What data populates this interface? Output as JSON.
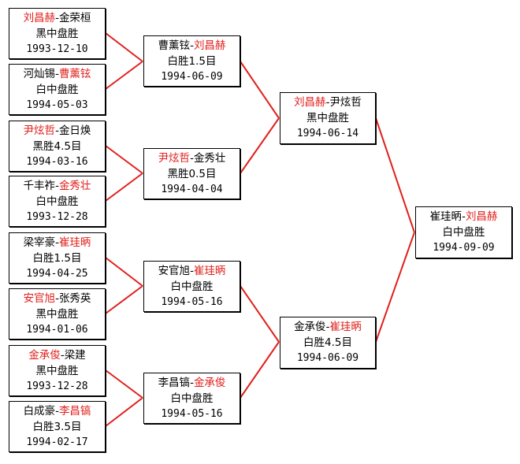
{
  "colors": {
    "winner": "#e0201c",
    "connector": "#e0201c",
    "text": "#000000",
    "border": "#000000"
  },
  "matches": {
    "r1_1": {
      "p1": "刘昌赫",
      "sep": "-",
      "p2": "金荣桓",
      "result": "黑中盘胜",
      "date": "1993-12-10",
      "winner": "p1"
    },
    "r1_2": {
      "p1": "河灿锡",
      "sep": "-",
      "p2": "曹薰铉",
      "result": "白中盘胜",
      "date": "1994-05-03",
      "winner": "p2"
    },
    "r1_3": {
      "p1": "尹炫哲",
      "sep": "-",
      "p2": "金日焕",
      "result": "黑胜4.5目",
      "date": "1994-03-16",
      "winner": "p1"
    },
    "r1_4": {
      "p1": "千丰祚",
      "sep": "-",
      "p2": "金秀壮",
      "result": "白中盘胜",
      "date": "1993-12-28",
      "winner": "p2"
    },
    "r1_5": {
      "p1": "梁宰豪",
      "sep": "-",
      "p2": "崔珪昞",
      "result": "白胜1.5目",
      "date": "1994-04-25",
      "winner": "p2"
    },
    "r1_6": {
      "p1": "安官旭",
      "sep": "-",
      "p2": "张秀英",
      "result": "黑中盘胜",
      "date": "1994-01-06",
      "winner": "p1"
    },
    "r1_7": {
      "p1": "金承俊",
      "sep": "-",
      "p2": "梁建",
      "result": "黑中盘胜",
      "date": "1993-12-28",
      "winner": "p1"
    },
    "r1_8": {
      "p1": "白成豪",
      "sep": "-",
      "p2": "李昌镐",
      "result": "白胜3.5目",
      "date": "1994-02-17",
      "winner": "p2"
    },
    "r2_1": {
      "p1": "曹薰铉",
      "sep": "-",
      "p2": "刘昌赫",
      "result": "白胜1.5目",
      "date": "1994-06-09",
      "winner": "p2"
    },
    "r2_2": {
      "p1": "尹炫哲",
      "sep": "-",
      "p2": "金秀壮",
      "result": "黑胜0.5目",
      "date": "1994-04-04",
      "winner": "p1"
    },
    "r2_3": {
      "p1": "安官旭",
      "sep": "-",
      "p2": "崔珪昞",
      "result": "白中盘胜",
      "date": "1994-05-16",
      "winner": "p2"
    },
    "r2_4": {
      "p1": "李昌镐",
      "sep": "-",
      "p2": "金承俊",
      "result": "白中盘胜",
      "date": "1994-05-16",
      "winner": "p2"
    },
    "r3_1": {
      "p1": "刘昌赫",
      "sep": "-",
      "p2": "尹炫哲",
      "result": "黑中盘胜",
      "date": "1994-06-14",
      "winner": "p1"
    },
    "r3_2": {
      "p1": "金承俊",
      "sep": "-",
      "p2": "崔珪昞",
      "result": "白胜4.5目",
      "date": "1994-06-09",
      "winner": "p2"
    },
    "final": {
      "p1": "崔珪昞",
      "sep": "-",
      "p2": "刘昌赫",
      "result": "白中盘胜",
      "date": "1994-09-09",
      "winner": "p2"
    }
  }
}
